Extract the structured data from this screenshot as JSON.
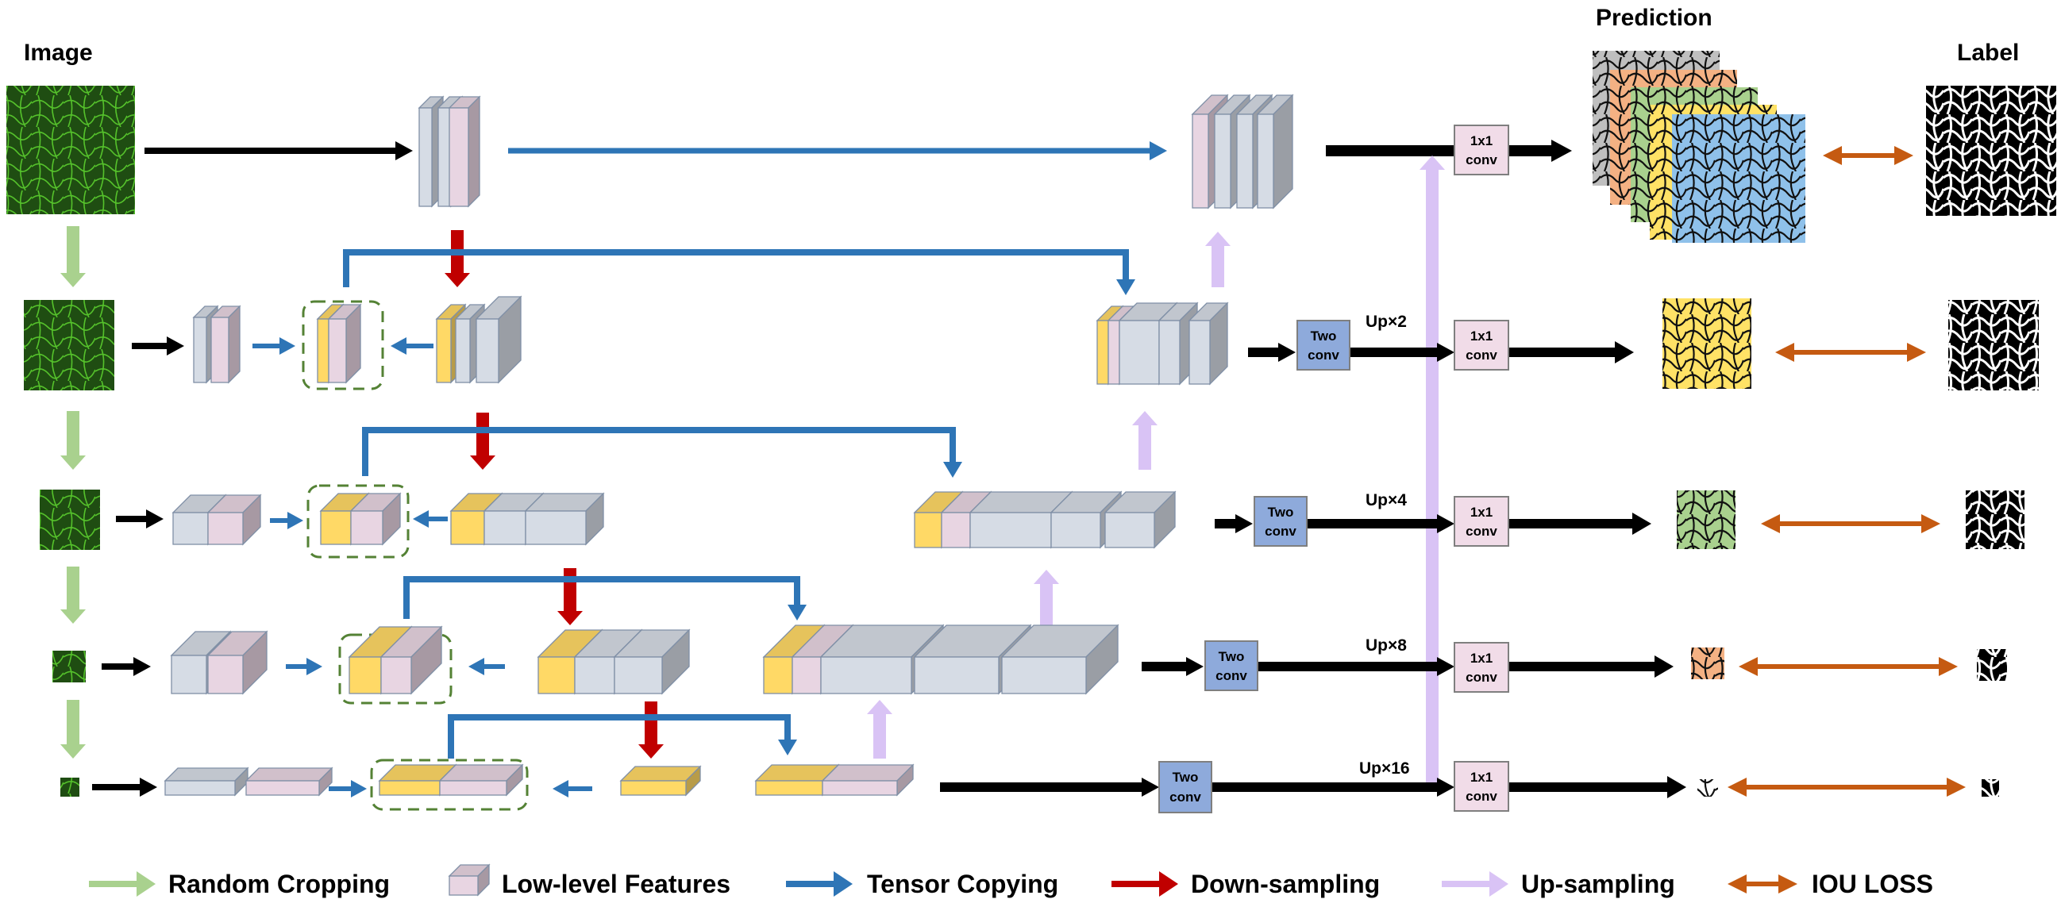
{
  "headings": {
    "image": "Image",
    "prediction": "Prediction",
    "label": "Label"
  },
  "boxes": {
    "conv1x1_line1": "1x1",
    "conv1x1_line2": "conv",
    "two_conv_line1": "Two",
    "two_conv_line2": "conv"
  },
  "upsample_labels": [
    "Up×2",
    "Up×4",
    "Up×8",
    "Up×16"
  ],
  "legend": {
    "random_cropping": "Random Cropping",
    "low_level_features": "Low-level Features",
    "tensor_copying": "Tensor Copying",
    "down_sampling": "Down-sampling",
    "up_sampling": "Up-sampling",
    "iou_loss": "IOU LOSS"
  },
  "colors": {
    "random_cropping": "#a9d18e",
    "tensor_copying": "#2e75b6",
    "down_sampling": "#c00000",
    "up_sampling": "#d9c3f5",
    "iou_loss": "#c55a11",
    "feature_gray": "#d6dce5",
    "feature_pink": "#e8d5e2",
    "feature_yellow": "#ffd966",
    "conv_box": "#8eaadb",
    "conv_1x1_box": "#f1dce8",
    "image_green": "#1f4d12",
    "pred_gray": "#bfbfbf",
    "pred_orange": "#f4b183",
    "pred_green": "#a9d18e",
    "pred_yellow": "#ffe266",
    "pred_blue": "#8fc1ea"
  }
}
